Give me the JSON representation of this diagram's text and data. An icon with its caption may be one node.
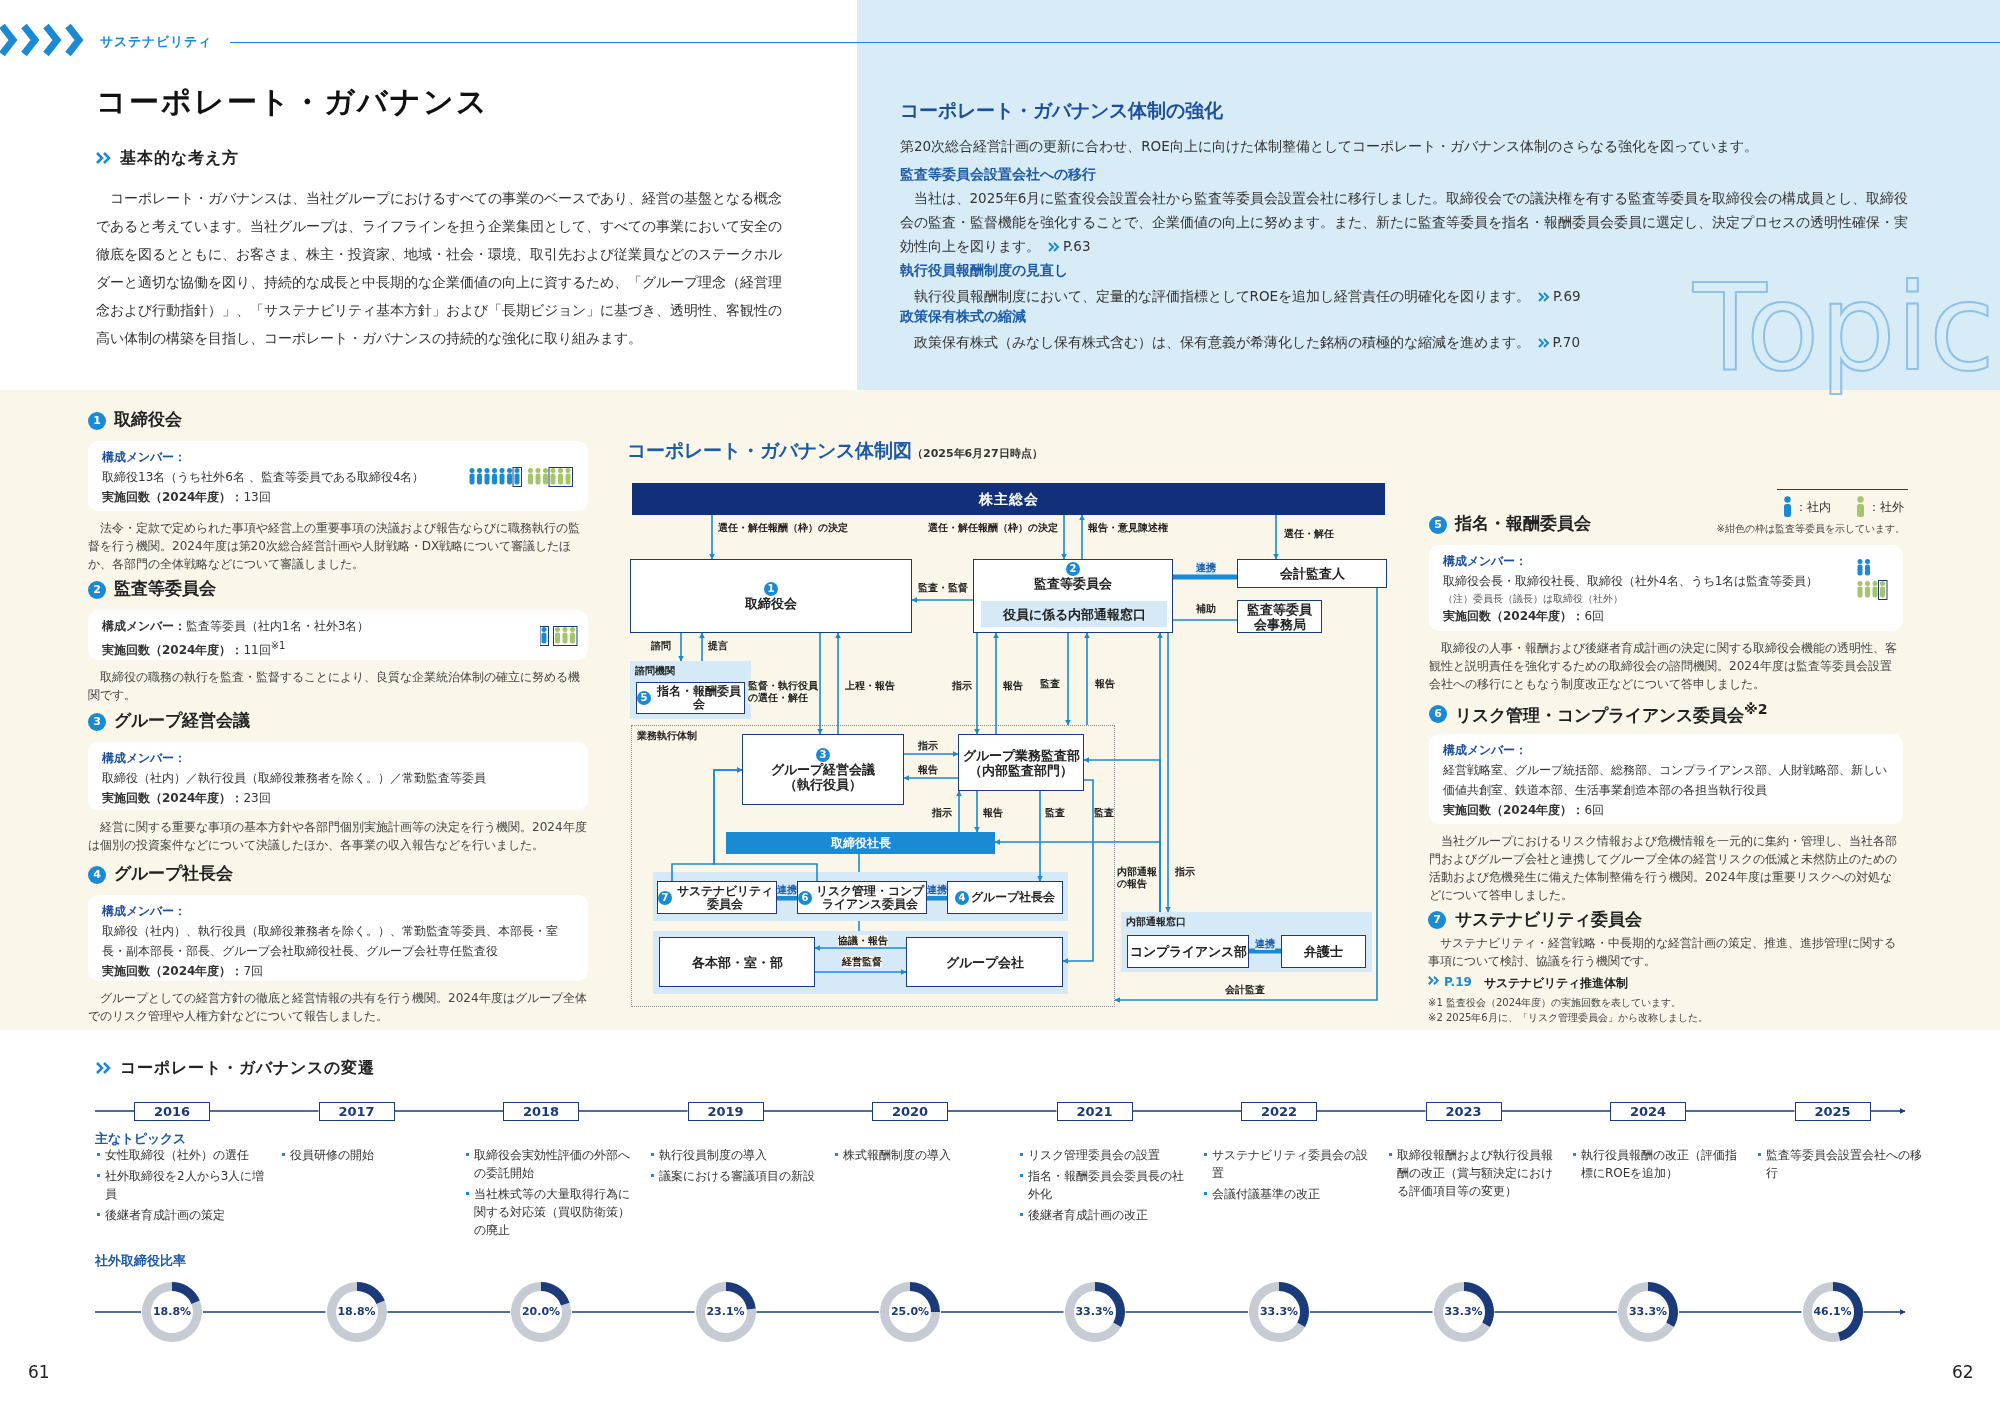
{
  "diagram": {
    "title": "コーポレート・ガバナンス",
    "nodes": [
      {
        "text": [
          "1",
          "取締役会",
          "構成メンバー：",
          "取締役13名（うち社外6名 、監査等委員である取締役4名）",
          "**実施回数（2024年度）：**13回"
        ],
        "beside": [
          "法令・定款で定められた事項や経営上の重要事項の決議および報告ならびに職務執行の監督を行う機関。2024年度は第20次総合経営計画や人財戦略・DX戦略について審議したほか、各部門の全体戦略などについて審議しました。"
        ]
      },
      {
        "text": [
          "2",
          "監査等委員会",
          "**構成メンバー：**監査等委員（社内1名・社外3名）",
          "**実施回数（2024年度）：**11回$^{※1}$"
        ],
        "beside": [
          "取締役の職務の執行を監査・監督することにより、良質な企業統治体制の確立に努める機関です。"
        ]
      },
      {
        "text": [
          "3",
          "グループ経営会議",
          "構成メンバー：",
          "取締役（社内）／執行役員（取締役兼務者を除く。）／常勤監査等委員",
          "**実施回数（2024年度）：**23回"
        ],
        "beside": [
          "経営に関する重要な事項の基本方針や各部門個別実施計画等の決定を行う機関。2024年度は個別の投資案件などについて決議したほか、各事業の収入報告などを行いました。"
        ]
      },
      {
        "text": [
          "4",
          "グループ社長会",
          "構成メンバー：",
          "取締役（社内）、執行役員（取締役兼務者を除く。）、常勤監査等委員、本部長・室長・副本部長・部長、グループ会社取締役社長、グループ会社専任監査役",
          "**実施回数（2024年度）：**7回"
        ],
        "beside": [
          "グループとしての経営方針の徹底と経営情報の共有を行う機関。2024年度はグループ全体でのリスク管理や人権方針などについて報告しました。"
        ]
      },
      {
        "text": [
          "株主総会"
        ]
      },
      {
        "text": [
          "1",
          "取締役会"
        ]
      },
      {
        "text": [
          "2",
          "監査等委員会"
        ]
      },
      {
        "text": [
          "役員に係る内部通報窓口"
        ],
        "in": 6
      },
      {
        "text": [
          "会計監査人"
        ]
      },
      {
        "text": [
          "監査等委員会事務局"
        ]
      },
      {
        "text": [
          "諮問機関"
        ]
      },
      {
        "text": [
          "5",
          "指名・報酬委員会"
        ],
        "in": 10
      },
      {
        "text": [
          "業務執行体制"
        ]
      },
      {
        "text": [
          "3",
          "グループ経営会議",
          "（執行役員）"
        ],
        "in": 12
      },
      {
        "text": [
          "グループ業務監査部",
          "（内部監査部門）"
        ],
        "in": 12
      },
      {
        "text": [
          "取締役社長"
        ],
        "in": 12
      },
      {
        "text": [],
        "shape": "band",
        "in": 12
      },
      {
        "text": [
          "7",
          "サステナビリティ委員会"
        ],
        "in": 16
      },
      {
        "text": [
          "6",
          "リスク管理・コンプライアンス委員会"
        ],
        "in": 16
      },
      {
        "text": [
          "4",
          "グループ社長会"
        ],
        "in": 16
      },
      {
        "text": [],
        "shape": "band",
        "in": 12
      },
      {
        "text": [
          "各本部・室・部"
        ],
        "in": 20
      },
      {
        "text": [
          "グループ会社"
        ],
        "in": 20
      },
      {
        "text": [
          "内部通報窓口"
        ]
      },
      {
        "text": [
          "コンプライアンス部"
        ],
        "in": 23
      },
      {
        "text": [
          "弁護士"
        ],
        "in": 23
      },
      {
        "text": [
          "5",
          "指名・報酬委員会",
          "構成メンバー：",
          "取締役会長・取締役社長、取締役（社外4名、うち1名は監査等委員）",
          "（注）委員長（議長）は取締役（社外）",
          "**実施回数（2024年度）：**6回"
        ],
        "beside": [
          "取締役の人事・報酬および後継者育成計画の決定に関する取締役会機能の透明性、客観性と説明責任を強化するための取締役会の諮問機関。2024年度は監査等委員会設置会社への移行にともなう制度改正などについて答申しました。"
        ]
      },
      {
        "text": [
          "6",
          "リスク管理・コンプライアンス委員会$^{※2}$",
          "構成メンバー：",
          "経営戦略室、グループ統括部、総務部、コンプライアンス部、人財戦略部、新しい価値共創室、鉄道本部、生活事業創造本部の各担当執行役員",
          "**実施回数（2024年度）：**6回"
        ],
        "beside": [
          "当社グループにおけるリスク情報および危機情報を一元的に集約・管理し、当社各部門およびグループ会社と連携してグループ全体の経営リスクの低減と未然防止のための活動および危機発生に備えた体制整備を行う機関。2024年度は重要リスクへの対処などについて答申しました。"
        ]
      },
      {
        "text": [
          "2016"
        ],
        "beside": [
          "女性取締役（社外）の選任",
          "社外取締役を2人から3人に増員",
          "後継者育成計画の策定"
        ]
      },
      {
        "text": [
          "2017"
        ],
        "beside": [
          "役員研修の開始"
        ]
      },
      {
        "text": [
          "2018"
        ],
        "beside": [
          "取締役会実効性評価の外部への委託開始",
          "当社株式等の大量取得行為に関する対応策（買収防衛策）の廃止"
        ]
      },
      {
        "text": [
          "2019"
        ],
        "beside": [
          "執行役員制度の導入",
          "議案における審議項目の新設"
        ]
      },
      {
        "text": [
          "2020"
        ],
        "beside": [
          "株式報酬制度の導入"
        ]
      },
      {
        "text": [
          "2021"
        ],
        "beside": [
          "リスク管理委員会の設置",
          "指名・報酬委員会委員長の社外化",
          "後継者育成計画の改正"
        ]
      },
      {
        "text": [
          "2022"
        ],
        "beside": [
          "サステナビリティ委員会の設置",
          "会議付議基準の改正"
        ]
      },
      {
        "text": [
          "2023"
        ],
        "beside": [
          "取締役報酬および執行役員報酬の改正（賞与額決定における評価項目等の変更）"
        ]
      },
      {
        "text": [
          "2024"
        ],
        "beside": [
          "執行役員報酬の改正（評価指標にROEを追加）"
        ]
      },
      {
        "text": [
          "2025"
        ],
        "beside": [
          "監査等委員会設置会社への移行"
        ]
      },
      {
        "text": [
          "18.8%"
        ]
      },
      {
        "text": [
          "18.8%"
        ]
      },
      {
        "text": [
          "20.0%"
        ]
      },
      {
        "text": [
          "23.1%"
        ]
      },
      {
        "text": [
          "25.0%"
        ]
      },
      {
        "text": [
          "33.3%"
        ]
      },
      {
        "text": [
          "33.3%"
        ]
      },
      {
        "text": [
          "33.3%"
        ]
      },
      {
        "text": [
          "33.3%"
        ]
      },
      {
        "text": [
          "46.1%"
        ]
      }
    ],
    "edges": [
      {
        "from": 4,
        "to": 5,
        "arrow": "to",
        "label": "選任・解任報酬（枠）の決定"
      },
      {
        "from": 4,
        "to": 6,
        "arrow": "to",
        "label": "選任・解任報酬（枠）の決定"
      },
      {
        "from": 6,
        "to": 4,
        "arrow": "to",
        "label": "報告・意見陳述権"
      },
      {
        "from": 4,
        "to": 8,
        "arrow": "to",
        "label": "選任・解任"
      },
      {
        "from": 6,
        "to": 5,
        "arrow": "to",
        "label": "監査・監督"
      },
      {
        "from": 6,
        "to": 8,
        "arrow": "none",
        "label": "連携",
        "style": "thick"
      },
      {
        "from": 6,
        "to": 9,
        "arrow": "none",
        "label": "補助"
      },
      {
        "from": 5,
        "to": 10,
        "arrow": "to",
        "label": "諮問"
      },
      {
        "from": 10,
        "to": 5,
        "arrow": "to",
        "label": "提言"
      },
      {
        "from": 5,
        "to": 13,
        "arrow": "to",
        "label": "監督・執行役員の選任・解任"
      },
      {
        "from": 13,
        "to": 5,
        "arrow": "to",
        "label": "上程・報告"
      },
      {
        "from": 6,
        "to": 14,
        "arrow": "to",
        "label": "指示"
      },
      {
        "from": 14,
        "to": 6,
        "arrow": "to",
        "label": "報告"
      },
      {
        "from": 6,
        "to": 12,
        "arrow": "to",
        "label": "監査"
      },
      {
        "from": 12,
        "to": 6,
        "arrow": "to",
        "label": "報告"
      },
      {
        "from": 13,
        "to": 14,
        "arrow": "to",
        "label": "指示"
      },
      {
        "from": 14,
        "to": 13,
        "arrow": "to",
        "label": "報告"
      },
      {
        "from": 15,
        "to": 14,
        "arrow": "to",
        "label": "指示"
      },
      {
        "from": 14,
        "to": 15,
        "arrow": "to",
        "label": "報告"
      },
      {
        "from": 14,
        "to": 19,
        "arrow": "to",
        "label": "監査"
      },
      {
        "from": 14,
        "to": 22,
        "arrow": "to",
        "label": "監査"
      },
      {
        "from": 23,
        "to": 6,
        "arrow": "to",
        "label": "内部通報の報告"
      },
      {
        "from": 23,
        "to": 14,
        "arrow": "to"
      },
      {
        "from": 23,
        "to": 15,
        "arrow": "to"
      },
      {
        "from": 6,
        "to": 23,
        "arrow": "to",
        "label": "指示"
      },
      {
        "from": 17,
        "to": 13,
        "arrow": "to"
      },
      {
        "from": 18,
        "to": 13,
        "arrow": "to"
      },
      {
        "from": 15,
        "to": 16,
        "arrow": "none"
      },
      {
        "from": 17,
        "to": 18,
        "arrow": "none",
        "label": "連携",
        "style": "thick"
      },
      {
        "from": 18,
        "to": 19,
        "arrow": "none",
        "label": "連携",
        "style": "thick"
      },
      {
        "from": 16,
        "to": 20,
        "arrow": "none"
      },
      {
        "from": 22,
        "to": 21,
        "arrow": "to",
        "label": "協議・報告"
      },
      {
        "from": 21,
        "to": 22,
        "arrow": "to",
        "label": "経営監督"
      },
      {
        "from": 24,
        "to": 25,
        "arrow": "none",
        "label": "連携",
        "style": "thick"
      },
      {
        "from": 8,
        "to": 12,
        "arrow": "to",
        "label": "会計監査"
      },
      {
        "from": null,
        "to": 28,
        "arrow": "none",
        "color": "#1b3a7a"
      },
      {
        "from": 28,
        "to": 29,
        "arrow": "none",
        "color": "#1b3a7a"
      },
      {
        "from": 29,
        "to": 30,
        "arrow": "none",
        "color": "#1b3a7a"
      },
      {
        "from": 30,
        "to": 31,
        "arrow": "none",
        "color": "#1b3a7a"
      },
      {
        "from": 31,
        "to": 32,
        "arrow": "none",
        "color": "#1b3a7a"
      },
      {
        "from": 32,
        "to": 33,
        "arrow": "none",
        "color": "#1b3a7a"
      },
      {
        "from": 33,
        "to": 34,
        "arrow": "none",
        "color": "#1b3a7a"
      },
      {
        "from": 34,
        "to": 35,
        "arrow": "none",
        "color": "#1b3a7a"
      },
      {
        "from": 35,
        "to": 36,
        "arrow": "none",
        "color": "#1b3a7a"
      },
      {
        "from": 36,
        "to": 37,
        "arrow": "none",
        "color": "#1b3a7a"
      },
      {
        "from": 37,
        "to": null,
        "arrow": "to",
        "color": "#1b3a7a"
      },
      {
        "from": null,
        "to": 38,
        "arrow": "none",
        "color": "#1b3a7a"
      },
      {
        "from": 38,
        "to": 39,
        "arrow": "none",
        "color": "#1b3a7a"
      },
      {
        "from": 39,
        "to": 40,
        "arrow": "none",
        "color": "#1b3a7a"
      },
      {
        "from": 40,
        "to": 41,
        "arrow": "none",
        "color": "#1b3a7a"
      },
      {
        "from": 41,
        "to": 42,
        "arrow": "none",
        "color": "#1b3a7a"
      },
      {
        "from": 42,
        "to": 43,
        "arrow": "none",
        "color": "#1b3a7a"
      },
      {
        "from": 43,
        "to": 44,
        "arrow": "none",
        "color": "#1b3a7a"
      },
      {
        "from": 44,
        "to": 45,
        "arrow": "none",
        "color": "#1b3a7a"
      },
      {
        "from": 45,
        "to": 46,
        "arrow": "none",
        "color": "#1b3a7a"
      },
      {
        "from": 46,
        "to": 47,
        "arrow": "none",
        "color": "#1b3a7a"
      },
      {
        "from": 47,
        "to": null,
        "arrow": "to",
        "color": "#1b3a7a"
      }
    ],
    "labels": [
      "サステナビリティ",
      "基本的な考え方",
      "コーポレート・ガバナンスは、当社グループにおけるすべての事業のベースであり、経営の基盤となる概念であると考えています。当社グループは、ライフラインを担う企業集団として、すべての事業において安全の徹底を図るとともに、お客さま、株主・投資家、地域・社会・環境、取引先および従業員などのステークホルダーと適切な協働を図り、持続的な成長と中長期的な企業価値の向上に資するため、「グループ理念（経営理念および行動指針）」、「サステナビリティ基本方針」および「長期ビジョン」に基づき、透明性、客観性の高い体制の構築を目指し、コーポレート・ガバナンスの持続的な強化に取り組みます。",
      "コーポレート・ガバナンス体制の強化",
      "第20次総合経営計画の更新に合わせ、ROE向上に向けた体制整備としてコーポレート・ガバナンス体制のさらなる強化を図っています。",
      "監査等委員会設置会社への移行",
      "当社は、2025年6月に監査役会設置会社から監査等委員会設置会社に移行しました。取締役会での議決権を有する監査等委員を取締役会の構成員とし、取締役会の監査・監督機能を強化することで、企業価値の向上に努めます。また、新たに監査等委員を指名・報酬委員会委員に選定し、決定プロセスの透明性確保・実効性向上を図ります。",
      "P.63",
      "執行役員報酬制度の見直し",
      "執行役員報酬制度において、定量的な評価指標としてROEを追加し経営責任の明確化を図ります。",
      "P.69",
      "政策保有株式の縮減",
      "政策保有株式（みなし保有株式含む）は、保有意義が希薄化した銘柄の積極的な縮減を進めます。",
      "P.70",
      "Topic",
      "コーポレート・ガバナンス体制図",
      "（2025年6月27日時点）",
      "※紺色の枠は監査等委員を示しています。",
      "7",
      "サステナビリティ委員会",
      "サステナビリティ・経営戦略・中長期的な経営計画の策定、推進、進捗管理に関する事項について検討、協議を行う機関です。",
      "P.19",
      "サステナビリティ推進体制",
      "※1 監査役会（2024年度）の実施回数を表しています。",
      "※2 2025年6月に、「リスク管理委員会」から改称しました。",
      "コーポレート・ガバナンスの変遷",
      "主なトピックス",
      "61",
      "62",
      "社外取締役比率"
    ],
    "legend": [
      {
        "text": "：社内"
      },
      {
        "text": "：社外"
      }
    ]
  }
}
